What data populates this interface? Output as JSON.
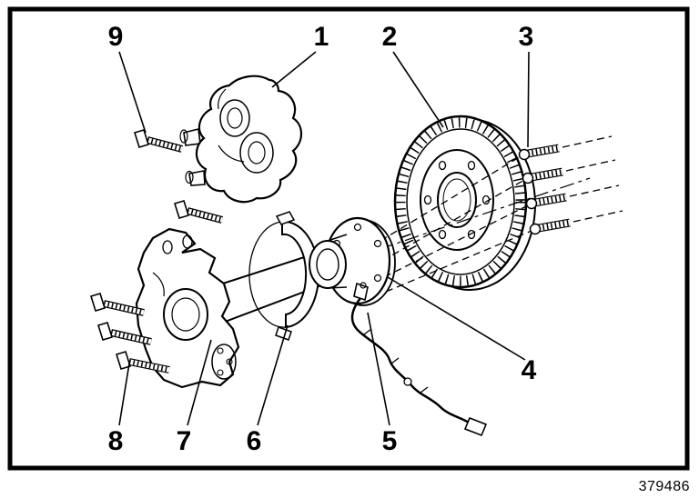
{
  "figure": {
    "number": "379486"
  },
  "callouts": {
    "c1": "1",
    "c2": "2",
    "c3": "3",
    "c4": "4",
    "c5": "5",
    "c6": "6",
    "c7": "7",
    "c8": "8",
    "c9": "9"
  },
  "colors": {
    "line": "#000000",
    "background": "#ffffff"
  }
}
